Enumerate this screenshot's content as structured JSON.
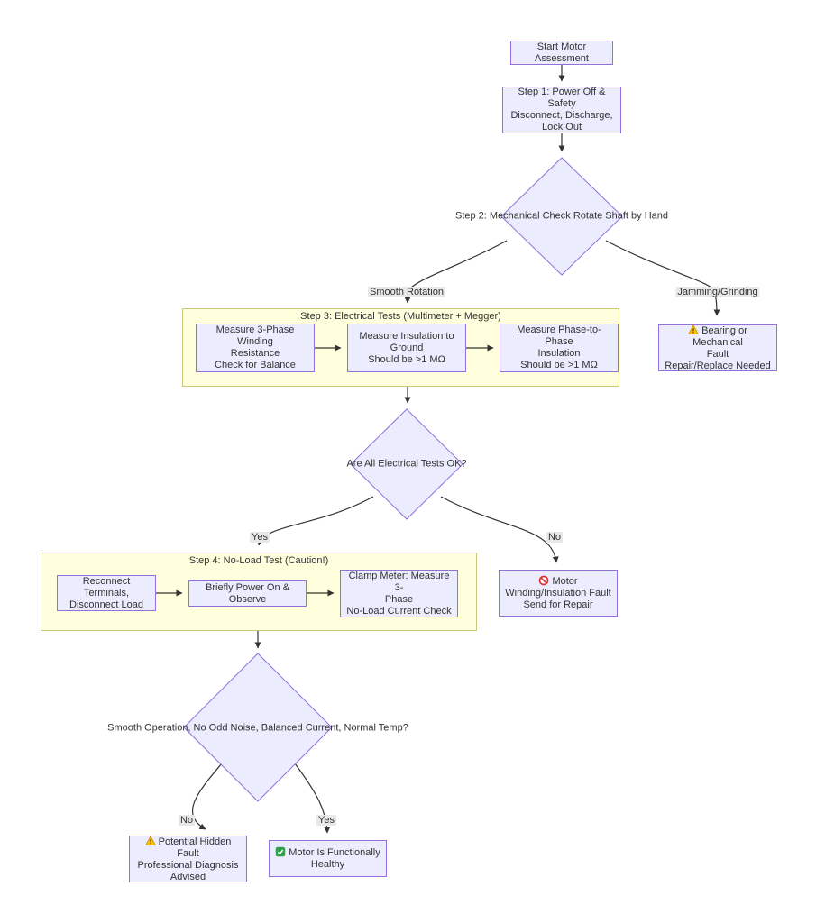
{
  "colors": {
    "node_fill": "#ECECFF",
    "node_border": "#9370DB",
    "cluster_fill": "#FFFFDE",
    "cluster_border": "#C9C97E",
    "edge": "#333333",
    "edge_label_bg": "#E8E8E8",
    "text": "#333333",
    "warning": "#FFC107",
    "error": "#D63031",
    "success": "#31A24C"
  },
  "nodes": {
    "start": {
      "lines": [
        "Start Motor Assessment"
      ]
    },
    "step1": {
      "lines": [
        "Step 1: Power Off & Safety",
        "Disconnect, Discharge,",
        "Lock Out"
      ]
    },
    "step2": {
      "lines": [
        "Step 2: Mechanical Check",
        "Rotate Shaft by Hand"
      ]
    },
    "measure_winding": {
      "lines": [
        "Measure 3-Phase Winding",
        "Resistance",
        "Check for Balance"
      ]
    },
    "measure_insulation": {
      "lines": [
        "Measure Insulation to",
        "Ground",
        "Should be >1 MΩ"
      ]
    },
    "measure_phase": {
      "lines": [
        "Measure Phase-to-Phase",
        "Insulation",
        "Should be >1 MΩ"
      ]
    },
    "bearing_fault": {
      "icon": "warning-icon",
      "lines": [
        "Bearing or Mechanical",
        "Fault",
        "Repair/Replace Needed"
      ]
    },
    "tests_ok": {
      "lines": [
        "Are All Electrical Tests OK?"
      ]
    },
    "reconnect": {
      "lines": [
        "Reconnect Terminals,",
        "Disconnect Load"
      ]
    },
    "power_on": {
      "lines": [
        "Briefly Power On & Observe"
      ]
    },
    "clamp_meter": {
      "lines": [
        "Clamp Meter: Measure 3-",
        "Phase",
        "No-Load Current Check"
      ]
    },
    "winding_fault": {
      "icon": "prohibited-icon",
      "lines": [
        "Motor",
        "Winding/Insulation Fault",
        "Send for Repair"
      ]
    },
    "smooth_operation": {
      "lines": [
        "Smooth Operation, No Odd",
        "Noise,",
        "Balanced Current, Normal",
        "Temp?"
      ]
    },
    "hidden_fault": {
      "icon": "warning-icon",
      "lines": [
        "Potential Hidden Fault",
        "Professional Diagnosis",
        "Advised"
      ]
    },
    "healthy": {
      "icon": "check-icon",
      "lines": [
        "Motor Is Functionally",
        "Healthy"
      ]
    }
  },
  "clusters": {
    "step3": {
      "title": "Step 3: Electrical Tests",
      "subtitle": "(Multimeter + Megger)"
    },
    "step4": {
      "title": "Step 4: No-Load Test",
      "subtitle": "(Caution!)"
    }
  },
  "edge_labels": {
    "smooth_rotation": "Smooth Rotation",
    "jamming": "Jamming/Grinding",
    "yes_tests": "Yes",
    "no_tests": "No",
    "no_smooth": "No",
    "yes_smooth": "Yes"
  }
}
